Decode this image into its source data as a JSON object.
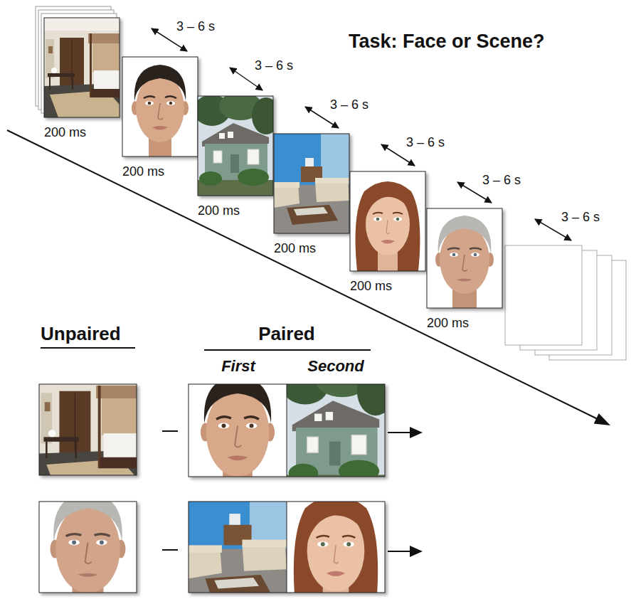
{
  "diagram": {
    "title": "Task: Face or Scene?",
    "nodes": [
      {
        "text": [
          "200 ms"
        ]
      },
      {
        "text": [
          "200 ms"
        ]
      },
      {
        "text": [
          "200 ms"
        ]
      },
      {
        "text": [
          "200 ms"
        ]
      },
      {
        "text": [
          "200 ms"
        ]
      },
      {
        "text": [
          "200 ms"
        ]
      }
    ],
    "edges": [
      {
        "from": 0,
        "to": 1,
        "arrow": "both",
        "label": "3 – 6 s"
      },
      {
        "from": 1,
        "to": 2,
        "arrow": "both",
        "label": "3 – 6 s"
      },
      {
        "from": 2,
        "to": 3,
        "arrow": "both",
        "label": "3 – 6 s"
      },
      {
        "from": 3,
        "to": 4,
        "arrow": "both",
        "label": "3 – 6 s"
      },
      {
        "from": 4,
        "to": 5,
        "arrow": "both",
        "label": "3 – 6 s"
      }
    ],
    "labels": [
      "3 – 6 s",
      "Unpaired",
      "Paired",
      "First",
      "Second"
    ]
  }
}
